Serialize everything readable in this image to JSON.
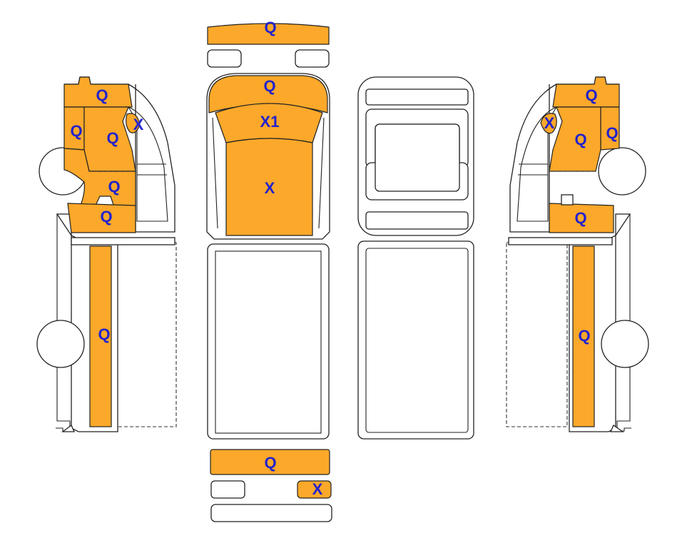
{
  "colors": {
    "paint": "#fca82a",
    "label": "#2222cc",
    "outline": "#222222",
    "background": "#ffffff"
  },
  "legend_codes": [
    "Q",
    "X",
    "X1"
  ],
  "labels": {
    "front_bumper": "Q",
    "hood": "Q",
    "windshield": "X1",
    "roof": "X",
    "rear_bumper": "Q",
    "rear_small": "X",
    "left_cab_top": "Q",
    "left_cab_front": "Q",
    "left_door": "Q",
    "left_window": "X",
    "left_fender": "Q",
    "left_step": "Q",
    "left_bed": "Q",
    "right_cab_top": "Q",
    "right_cab_front": "Q",
    "right_door": "Q",
    "right_window": "X",
    "right_step": "Q",
    "right_bed": "Q"
  }
}
